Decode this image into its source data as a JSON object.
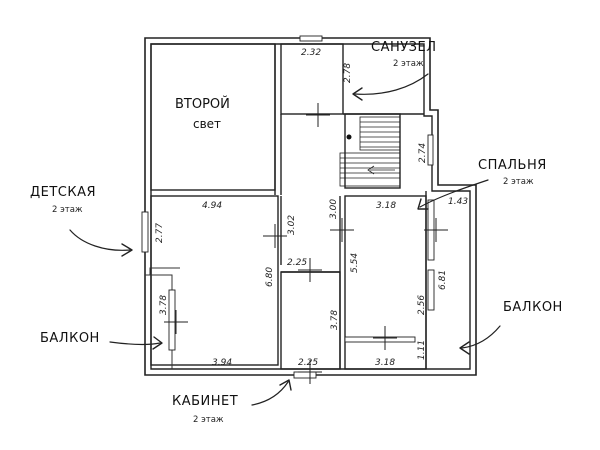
{
  "rooms": {
    "second_light_title": "ВТОРОЙ",
    "second_light_sub": "свет"
  },
  "callouts": {
    "bathroom": {
      "title": "САНУЗЕЛ",
      "sub": "2 этаж"
    },
    "bedroom": {
      "title": "СПАЛЬНЯ",
      "sub": "2 этаж"
    },
    "kids": {
      "title": "ДЕТСКАЯ",
      "sub": "2 этаж"
    },
    "balcony_left": {
      "title": "БАЛКОН"
    },
    "balcony_right": {
      "title": "БАЛКОН"
    },
    "study": {
      "title": "КАБИНЕТ",
      "sub": "2 этаж"
    }
  },
  "dimensions": {
    "bath_width": "2.32",
    "bath_height": "2.78",
    "stair_height": "2.74",
    "bedroom_width": "3.18",
    "bedroom_balcony": "1.43",
    "kids_width": "4.94",
    "kids_height": "2.77",
    "corridor_a": "3.02",
    "corridor_b": "3.00",
    "hall_width": "2.25",
    "bedroom_height": "5.54",
    "kids_total": "6.80",
    "right_total": "6.81",
    "balcony_left_h": "3.78",
    "study_height": "3.78",
    "bedroom_lower": "2.56",
    "kids_bottom": "3.94",
    "study_width": "2.25",
    "bedroom_bottom": "3.18",
    "right_bottom": "1.11"
  }
}
